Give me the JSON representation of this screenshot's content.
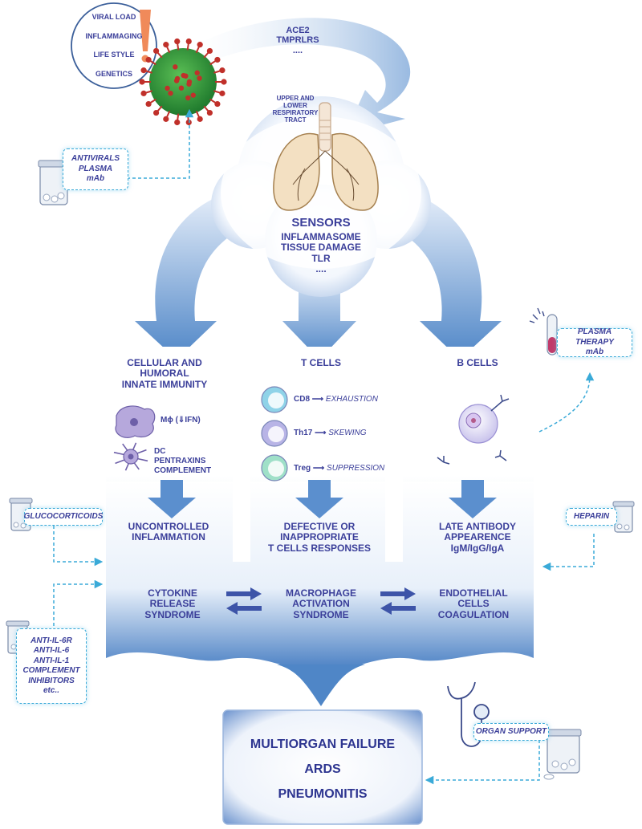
{
  "risk_factors": [
    "VIRAL LOAD",
    "INFLAMMAGING",
    "LIFE STYLE",
    "GENETICS"
  ],
  "alert_symbol": "!",
  "entry_receptors": [
    "ACE2",
    "TMPRLRS",
    "...."
  ],
  "respiratory_tract": [
    "UPPER AND",
    "LOWER",
    "RESPIRATORY",
    "TRACT"
  ],
  "sensors": {
    "title": "SENSORS",
    "items": [
      "INFLAMMASOME",
      "TISSUE DAMAGE",
      "TLR",
      "...."
    ]
  },
  "branches": {
    "innate": {
      "title": [
        "CELLULAR AND",
        "HUMORAL",
        "INNATE IMMUNITY"
      ],
      "macrophage_label": "Mϕ (⇓IFN)",
      "dc_label": [
        "DC",
        "PENTRAXINS",
        "COMPLEMENT"
      ],
      "outcome": [
        "UNCONTROLLED",
        "INFLAMMATION"
      ]
    },
    "tcells": {
      "title": "T CELLS",
      "cells": [
        {
          "name": "CD8",
          "effect": "EXHAUSTION",
          "color": "#8fd3e8"
        },
        {
          "name": "Th17",
          "effect": "SKEWING",
          "color": "#b8b4e6"
        },
        {
          "name": "Treg",
          "effect": "SUPPRESSION",
          "color": "#9fe0c8"
        }
      ],
      "outcome": [
        "DEFECTIVE OR",
        "INAPPROPRIATE",
        "T CELLS RESPONSES"
      ]
    },
    "bcells": {
      "title": "B CELLS",
      "outcome": [
        "LATE ANTIBODY",
        "APPEARENCE",
        "IgM/IgG/IgA"
      ]
    }
  },
  "syndromes": [
    [
      "CYTOKINE",
      "RELEASE",
      "SYNDROME"
    ],
    [
      "MACROPHAGE",
      "ACTIVATION",
      "SYNDROME"
    ],
    [
      "ENDOTHELIAL",
      "CELLS",
      "COAGULATION"
    ]
  ],
  "final_outcome": [
    "MULTIORGAN FAILURE",
    "ARDS",
    "PNEUMONITIS"
  ],
  "therapies": {
    "antivirals": [
      "ANTIVIRALS",
      "PLASMA",
      "mAb"
    ],
    "plasma_therapy": [
      "PLASMA THERAPY",
      "mAb"
    ],
    "glucocorticoids": "GLUCOCORTICOIDS",
    "heparin": "HEPARIN",
    "anti_il": [
      "ANTI-IL-6R",
      "ANTI-IL-6",
      "ANTI-IL-1",
      "COMPLEMENT",
      "INHIBITORS",
      "etc.."
    ],
    "organ_support": "ORGAN SUPPORT"
  },
  "colors": {
    "text": "#3b3f9a",
    "arrow": "#4a86c8",
    "dashed": "#3aaad8",
    "alert": "#f08a5a",
    "virus": "#2f9a3a",
    "spike": "#c0302a"
  }
}
